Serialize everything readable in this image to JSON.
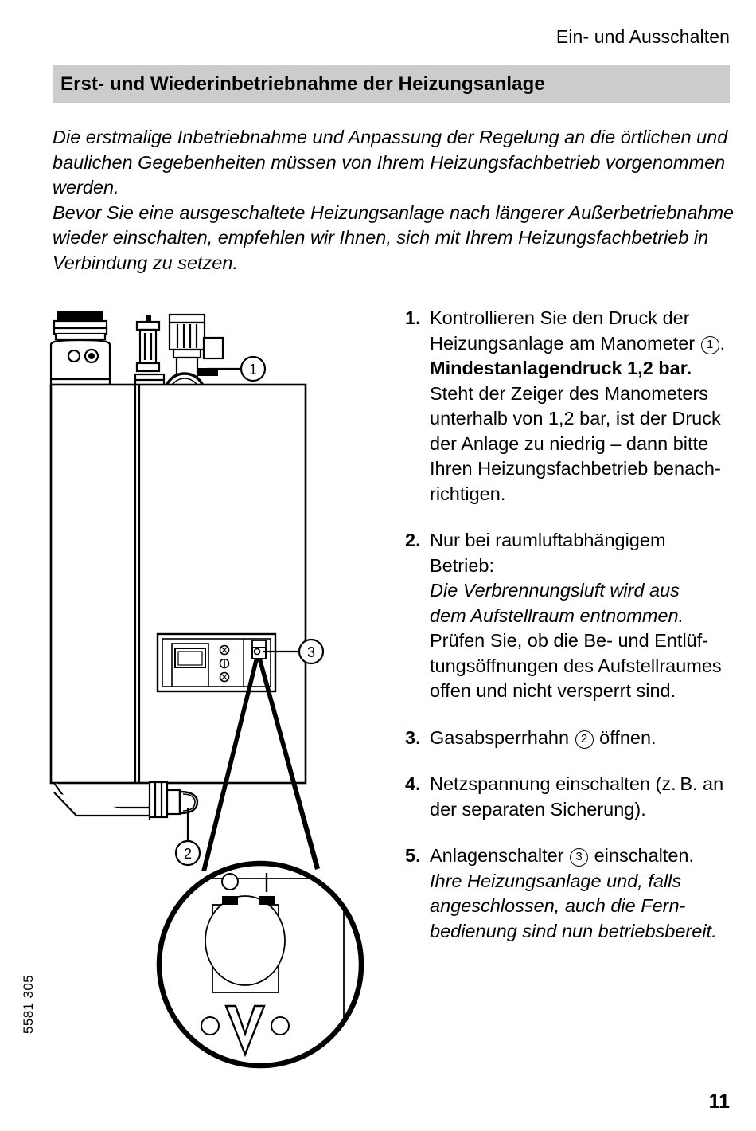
{
  "header": {
    "running_head": "Ein- und Ausschalten",
    "title": "Erst- und Wiederinbetriebnahme der Heizungsanlage",
    "title_bar_color": "#cccccc"
  },
  "intro": {
    "paragraph_1": "Die erstmalige Inbetriebnahme und Anpassung der Regelung an die örtlichen und baulichen Gegebenheiten müssen von Ihrem Heizungsfachbetrieb vorgenommen werden.",
    "paragraph_2": "Bevor Sie eine ausgeschaltete Heizungsanlage nach längerer Außerbetriebnahme wieder einschalten, empfehlen wir Ihnen, sich mit Ihrem Heizungsfachbetrieb in Verbindung zu setzen."
  },
  "steps": [
    {
      "number": "1.",
      "lines": [
        {
          "text": "Kontrollieren Sie den Druck der",
          "style": "normal"
        },
        {
          "text": "Heizungsanlage am Manometer",
          "style": "normal",
          "ref_after": "1",
          "text_after": "."
        },
        {
          "text": "Mindestanlagendruck 1,2 bar.",
          "style": "bold"
        },
        {
          "text": "Steht der Zeiger des Manometers",
          "style": "normal"
        },
        {
          "text": "unterhalb von 1,2 bar, ist der Druck",
          "style": "normal"
        },
        {
          "text": "der Anlage zu niedrig – dann bitte",
          "style": "normal"
        },
        {
          "text": "Ihren Heizungsfachbetrieb benach-",
          "style": "normal"
        },
        {
          "text": "richtigen.",
          "style": "normal"
        }
      ]
    },
    {
      "number": "2.",
      "lines": [
        {
          "text": "Nur bei raumluftabhängigem",
          "style": "normal"
        },
        {
          "text": "Betrieb:",
          "style": "normal"
        },
        {
          "text": "Die Verbrennungsluft wird aus",
          "style": "italic"
        },
        {
          "text": "dem Aufstellraum entnommen.",
          "style": "italic"
        },
        {
          "text": "Prüfen Sie, ob die Be- und Entlüf-",
          "style": "normal"
        },
        {
          "text": "tungsöffnungen des Aufstellraumes",
          "style": "normal"
        },
        {
          "text": "offen und nicht versperrt sind.",
          "style": "normal"
        }
      ]
    },
    {
      "number": "3.",
      "lines": [
        {
          "text": "Gasabsperrhahn",
          "style": "normal",
          "ref_after": "2",
          "text_after": " öffnen."
        }
      ]
    },
    {
      "number": "4.",
      "lines": [
        {
          "text": "Netzspannung einschalten (z. B. an",
          "style": "normal"
        },
        {
          "text": "der separaten Sicherung).",
          "style": "normal"
        }
      ]
    },
    {
      "number": "5.",
      "lines": [
        {
          "text": "Anlagenschalter",
          "style": "normal",
          "ref_after": "3",
          "text_after": " einschalten."
        },
        {
          "text": "Ihre Heizungsanlage und, falls",
          "style": "italic"
        },
        {
          "text": "angeschlossen, auch die Fern-",
          "style": "italic"
        },
        {
          "text": "bedienung sind nun betriebsbereit.",
          "style": "italic"
        }
      ]
    }
  ],
  "figure": {
    "description": "Technische Zeichnung eines Wandheizkessels mit Manometer, Gasabsperrhahn und Anlagenschalter",
    "callouts": [
      {
        "id": "1",
        "label": "1",
        "target": "manometer"
      },
      {
        "id": "2",
        "label": "2",
        "target": "gasabsperrhahn"
      },
      {
        "id": "3",
        "label": "3",
        "target": "anlagenschalter"
      }
    ],
    "detail_circle": {
      "switch_off_symbol": "O",
      "switch_on_symbol": "I",
      "brand_mark": "V"
    }
  },
  "footer": {
    "document_code": "5581 305",
    "page_number": "11"
  }
}
